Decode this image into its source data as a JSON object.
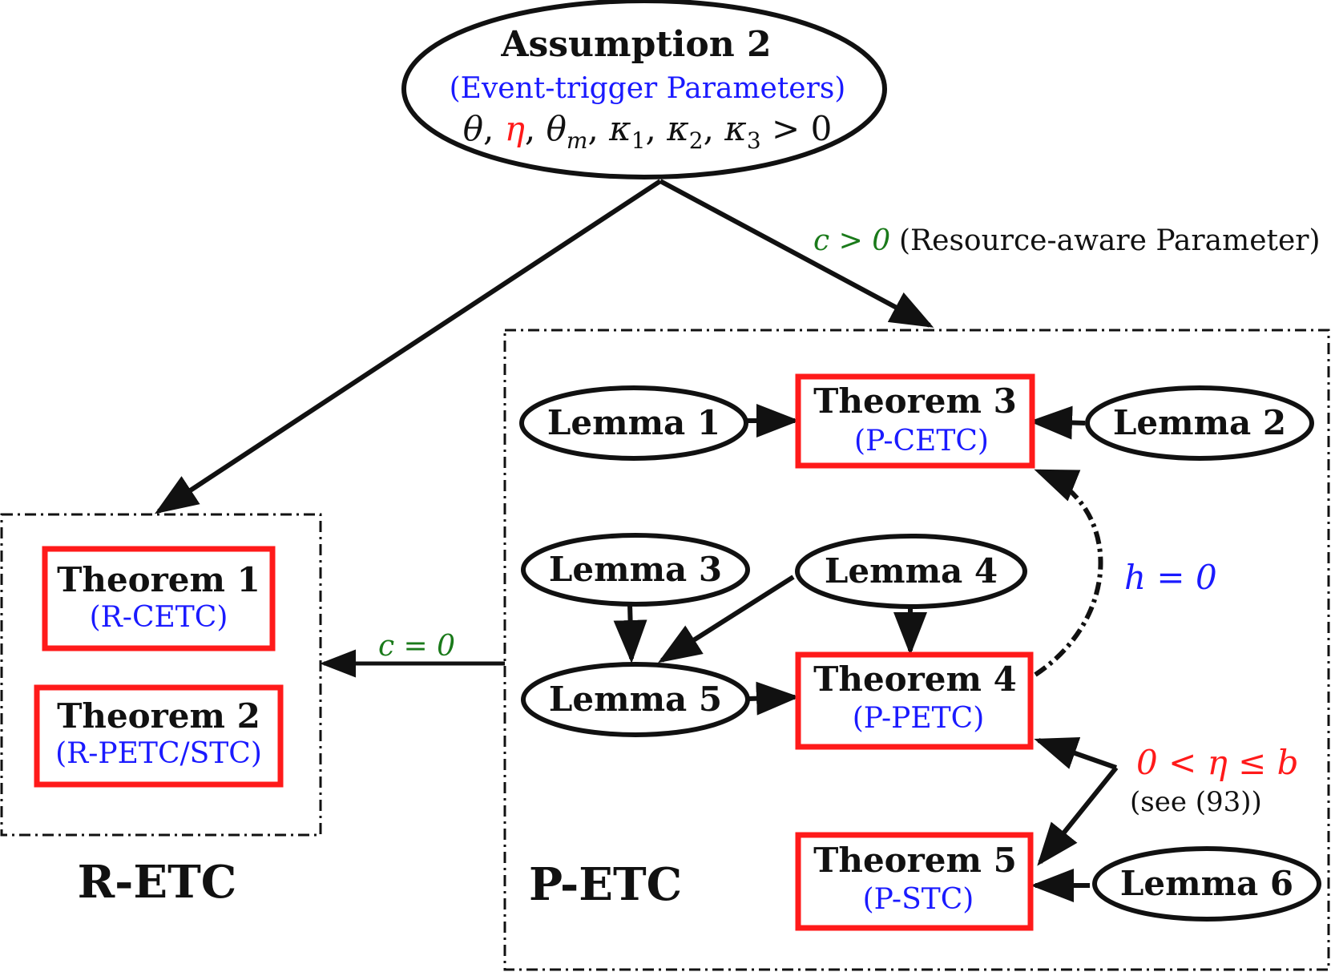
{
  "colors": {
    "ink": "#111111",
    "theorem_border": "#ff1a1a",
    "subtitle_blue": "#1a1aff",
    "param_green": "#1a7a1a",
    "eta_red": "#ff1a1a"
  },
  "assumption": {
    "title": "Assumption 2",
    "subtitle": "(Event-trigger Parameters)",
    "params": {
      "theta": "θ",
      "sep": ", ",
      "eta": "η",
      "rest": "θ",
      "rest_sub": "m",
      "k": "κ",
      "gt": " > 0"
    }
  },
  "edge_labels": {
    "c_pos": "c > 0",
    "c_pos_note": "(Resource-aware Parameter)",
    "c_zero": "c = 0",
    "h_zero": "h = 0",
    "eta_cond": "0 < η ≤ b",
    "eta_note": "(see (93))"
  },
  "groups": {
    "retc": "R-ETC",
    "petc": "P-ETC"
  },
  "theorems": [
    {
      "title": "Theorem 1",
      "subtitle": "(R-CETC)"
    },
    {
      "title": "Theorem 2",
      "subtitle": "(R-PETC/STC)"
    },
    {
      "title": "Theorem 3",
      "subtitle": "(P-CETC)"
    },
    {
      "title": "Theorem 4",
      "subtitle": "(P-PETC)"
    },
    {
      "title": "Theorem 5",
      "subtitle": "(P-STC)"
    }
  ],
  "lemmas": [
    "Lemma 1",
    "Lemma 2",
    "Lemma 3",
    "Lemma 4",
    "Lemma 5",
    "Lemma 6"
  ]
}
